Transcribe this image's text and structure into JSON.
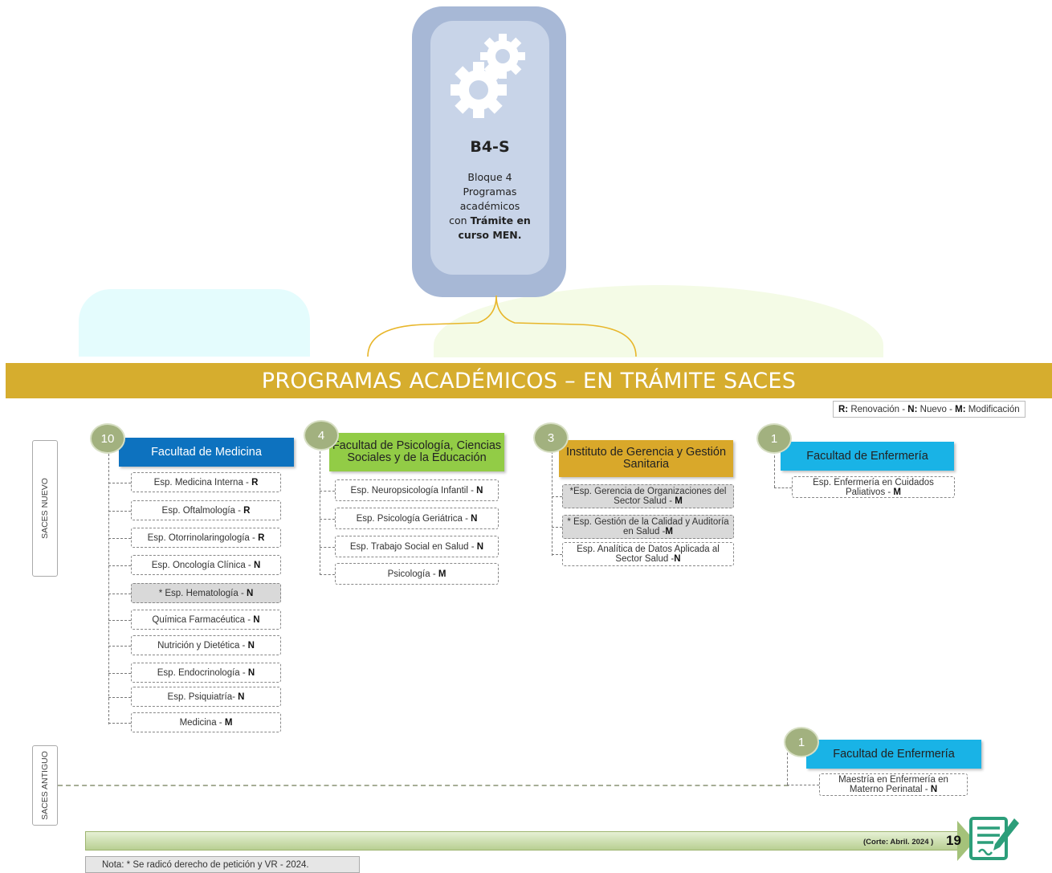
{
  "block": {
    "code": "B4-S",
    "desc_line1": "Bloque 4",
    "desc_line2": "Programas",
    "desc_line3": "académicos",
    "desc_line4_prefix": "con ",
    "desc_line4_bold": "Trámite en",
    "desc_line5": "curso MEN."
  },
  "banner": {
    "title": "PROGRAMAS ACADÉMICOS – EN TRÁMITE SACES"
  },
  "legend": {
    "r_key": "R:",
    "r_text": " Renovación - ",
    "n_key": "N:",
    "n_text": " Nuevo - ",
    "m_key": "M:",
    "m_text": " Modificación"
  },
  "side_labels": {
    "nuevo": "SACES NUEVO",
    "antiguo": "SACES ANTIGUO"
  },
  "faculties": {
    "medicina": {
      "count": "10",
      "name": "Facultad de Medicina",
      "programs": [
        {
          "name": "Esp. Medicina Interna - ",
          "code": "R"
        },
        {
          "name": "Esp. Oftalmología - ",
          "code": "R"
        },
        {
          "name": "Esp. Otorrinolaringología - ",
          "code": "R"
        },
        {
          "name": "Esp. Oncología Clínica - ",
          "code": "N"
        },
        {
          "name": "* Esp. Hematología - ",
          "code": "N"
        },
        {
          "name": "Química Farmacéutica - ",
          "code": "N"
        },
        {
          "name": "Nutrición y Dietética - ",
          "code": "N"
        },
        {
          "name": "Esp. Endocrinología - ",
          "code": "N"
        },
        {
          "name": "Esp. Psiquiatría- ",
          "code": "N"
        },
        {
          "name": "Medicina - ",
          "code": "M"
        }
      ]
    },
    "psicologia": {
      "count": "4",
      "name": "Facultad de Psicología, Ciencias Sociales y de la Educación",
      "programs": [
        {
          "name": "Esp. Neuropsicología Infantil - ",
          "code": "N"
        },
        {
          "name": "Esp. Psicología Geriátrica - ",
          "code": "N"
        },
        {
          "name": "Esp. Trabajo Social en Salud - ",
          "code": "N"
        },
        {
          "name": "Psicología - ",
          "code": "M"
        }
      ]
    },
    "gerencia": {
      "count": "3",
      "name": "Instituto de Gerencia y Gestión Sanitaria",
      "programs": [
        {
          "name": "*Esp. Gerencia de Organizaciones del Sector Salud - ",
          "code": "M"
        },
        {
          "name": "* Esp. Gestión de la Calidad y Auditoría en Salud -",
          "code": "M"
        },
        {
          "name": "Esp. Analítica de Datos Aplicada al Sector Salud -",
          "code": "N"
        }
      ]
    },
    "enfermeria": {
      "count": "1",
      "name": "Facultad de Enfermería",
      "programs": [
        {
          "name": "Esp. Enfermería en Cuidados Paliativos - ",
          "code": "M"
        }
      ]
    },
    "enfermeria_antiguo": {
      "count": "1",
      "name": "Facultad de Enfermería",
      "programs": [
        {
          "name": "Maestría en Enfermería en Materno Perinatal - ",
          "code": "N"
        }
      ]
    }
  },
  "footer": {
    "cut_label": "(Corte: Abril. 2024 )",
    "page_number": "19",
    "note": "Nota: * Se radicó derecho de petición y VR - 2024."
  },
  "colors": {
    "banner": "#d6ad2e",
    "medicina": "#0d72bf",
    "psicologia": "#92cc46",
    "gerencia": "#d9a82a",
    "enfermeria": "#19b3e6",
    "count_circle": "#a2b17f"
  },
  "icons": {
    "block": "gears-icon",
    "footer": "document-pen-icon"
  }
}
